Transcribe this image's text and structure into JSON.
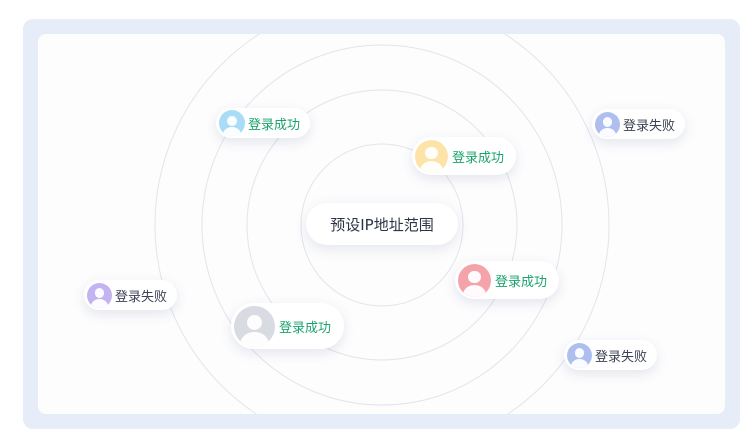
{
  "center": {
    "label": "预设IP地址范围"
  },
  "status_text": {
    "success": "登录成功",
    "failure": "登录失败"
  },
  "colors": {
    "success_text": "#1aa36b",
    "failure_text": "#3c4254",
    "ring_stroke": "#e4e4ea",
    "outer_frame": "#e6ecf8"
  },
  "nodes": [
    {
      "status": "success",
      "label": "登录成功",
      "avatar_color": "#a9dcf6",
      "avatar_icon": "user-icon"
    },
    {
      "status": "success",
      "label": "登录成功",
      "avatar_color": "#fde3a8",
      "avatar_icon": "user-icon"
    },
    {
      "status": "success",
      "label": "登录成功",
      "avatar_color": "#f5a3ab",
      "avatar_icon": "user-icon"
    },
    {
      "status": "success",
      "label": "登录成功",
      "avatar_color": "#d8dbe2",
      "avatar_icon": "user-icon"
    },
    {
      "status": "failure",
      "label": "登录失败",
      "avatar_color": "#aebfef",
      "avatar_icon": "user-icon"
    },
    {
      "status": "failure",
      "label": "登录失败",
      "avatar_color": "#c3b3f0",
      "avatar_icon": "user-icon"
    },
    {
      "status": "failure",
      "label": "登录失败",
      "avatar_color": "#aebfef",
      "avatar_icon": "user-icon"
    }
  ]
}
